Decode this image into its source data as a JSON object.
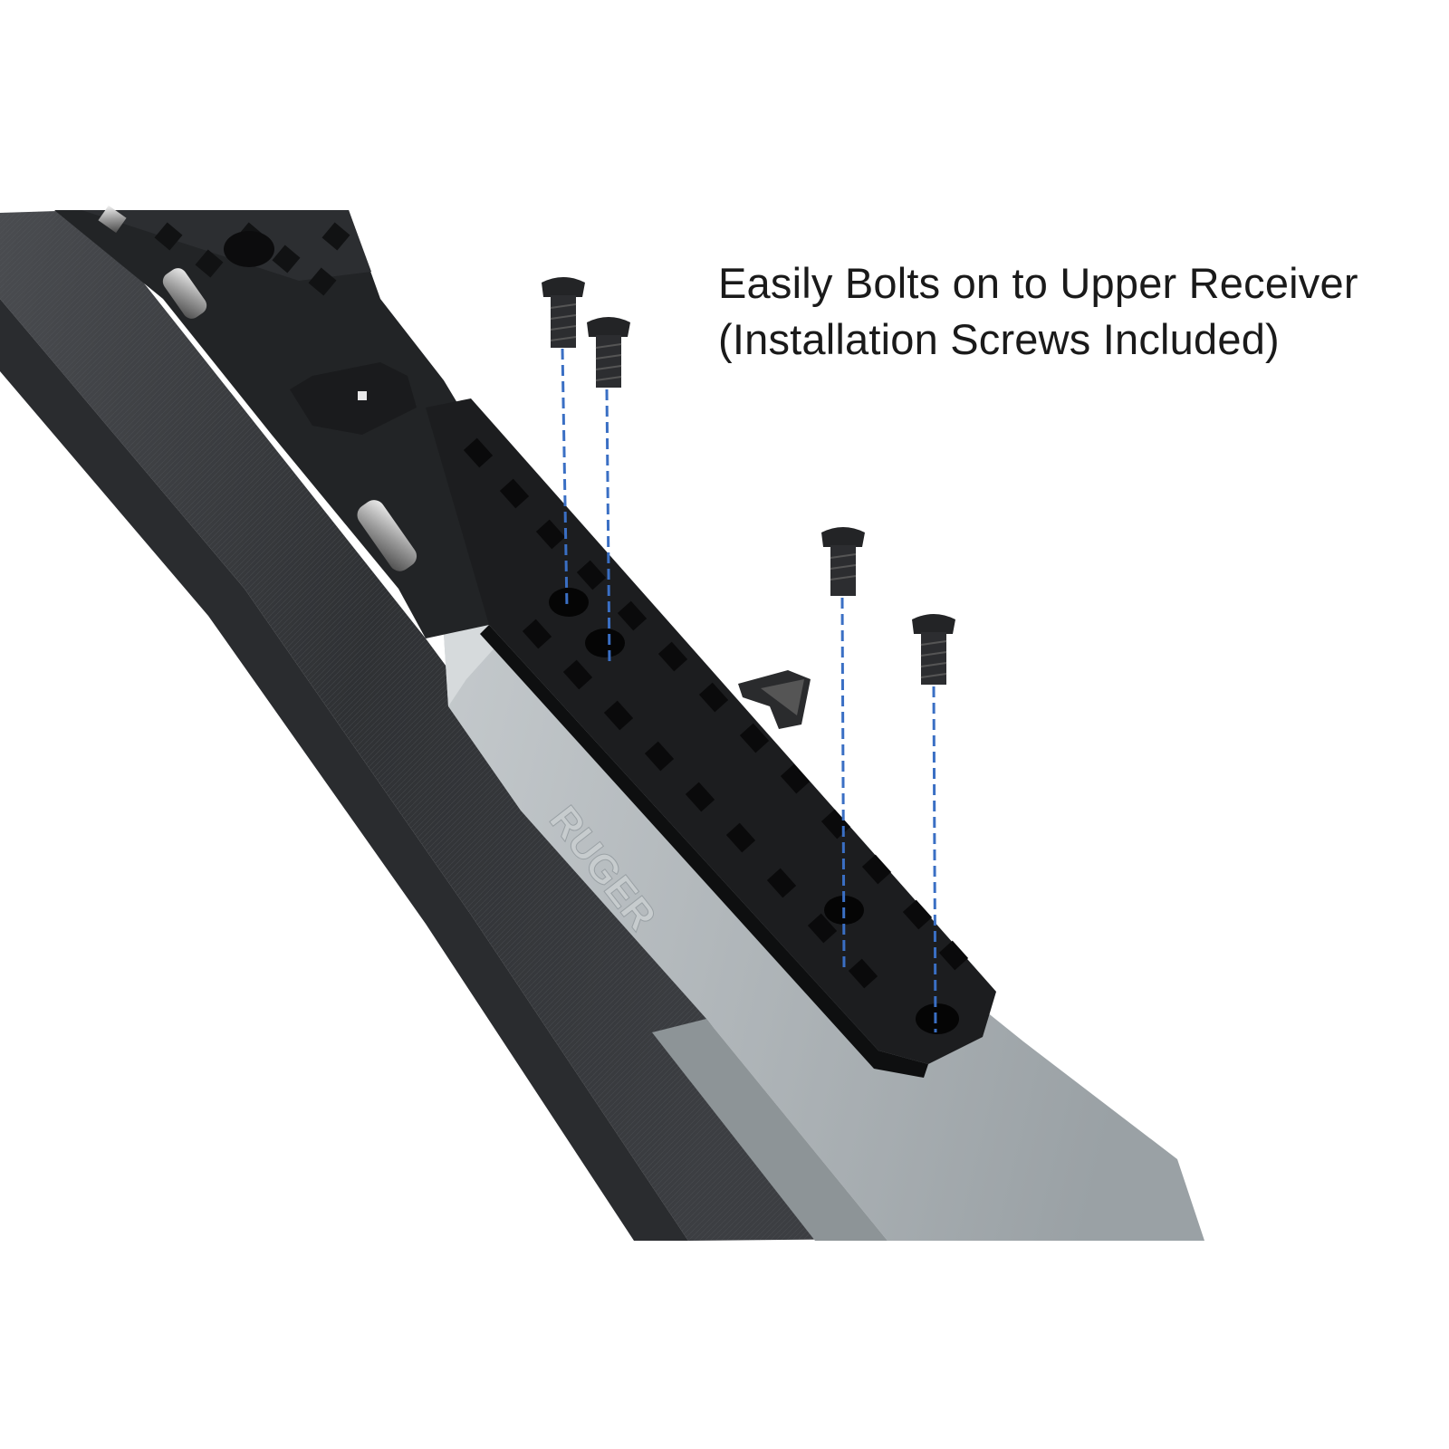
{
  "caption": {
    "line1": "Easily Bolts on to Upper Receiver",
    "line2": "(Installation Screws Included)"
  },
  "engraving": "RUGER",
  "colors": {
    "background": "#ffffff",
    "stock": "#3b3d40",
    "receiver": "#aeb4b7",
    "rail": "#1c1d1f",
    "guide_line": "#3a6fc4"
  }
}
